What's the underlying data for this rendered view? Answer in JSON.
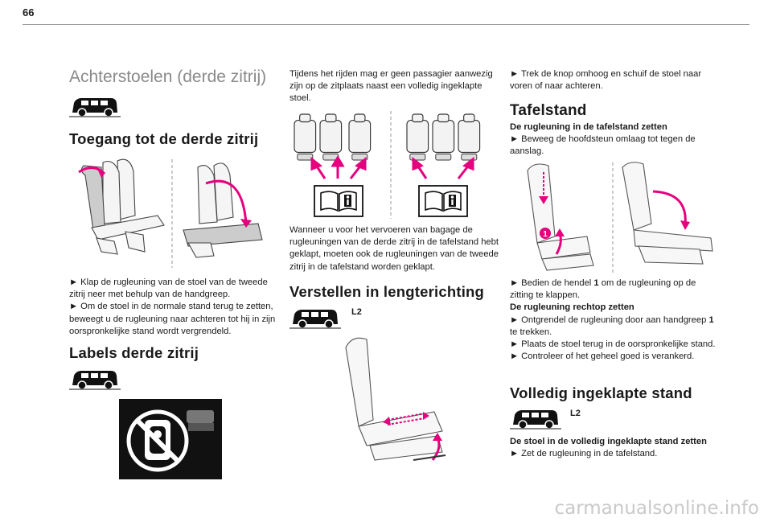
{
  "page_number": "66",
  "col1": {
    "heading": "Achterstoelen (derde zitrij)",
    "section1_title": "Toegang tot de derde zitrij",
    "section1_steps": [
      "► Klap de rugleuning van de stoel van de tweede zitrij neer met behulp van de handgreep.",
      "► Om de stoel in de normale stand terug te zetten, beweegt u de rugleuning naar achteren tot hij in zijn oorspronkelijke stand wordt vergrendeld."
    ],
    "section2_title": "Labels derde zitrij"
  },
  "col2": {
    "intro": "Tijdens het rijden mag er geen passagier aanwezig zijn op de zitplaats naast een volledig ingeklapte stoel.",
    "luggage_text": "Wanneer u voor het vervoeren van bagage de rugleuningen van de derde zitrij in de tafelstand hebt geklapt, moeten ook de rugleuningen van de tweede zitrij in de tafelstand worden geklapt.",
    "section_title": "Verstellen in lengterichting",
    "variant": "L2"
  },
  "col3": {
    "step_top": "► Trek de knop omhoog en schuif de stoel naar voren of naar achteren.",
    "table_title": "Tafelstand",
    "table_sub1": "De rugleuning in de tafelstand zetten",
    "table_step1": "► Beweeg de hoofdsteun omlaag tot tegen de aanslag.",
    "step_lever_pre": "► Bedien de hendel ",
    "step_lever_num": "1",
    "step_lever_post": " om de rugleuning op de zitting te klappen.",
    "upright_sub": "De rugleuning rechtop zetten",
    "upright_step1_pre": "► Ontgrendel de rugleuning door aan handgreep ",
    "upright_step1_num": "1",
    "upright_step1_post": " te trekken.",
    "upright_step2": "► Plaats de stoel terug in de oorspronkelijke stand.",
    "upright_step3": "► Controleer of het geheel goed is verankerd.",
    "folded_title": "Volledig ingeklapte stand",
    "variant": "L2",
    "folded_sub": "De stoel in de volledig ingeklapte stand zetten",
    "folded_step": "► Zet de rugleuning in de tafelstand."
  },
  "figure_callout": "1",
  "footer": "carmanualsonline.info",
  "colors": {
    "accent": "#e6007e",
    "heading_grey": "#8a8a8a"
  },
  "icons": [
    "van-icon",
    "book-info-icon",
    "no-child-seat-label-icon"
  ]
}
